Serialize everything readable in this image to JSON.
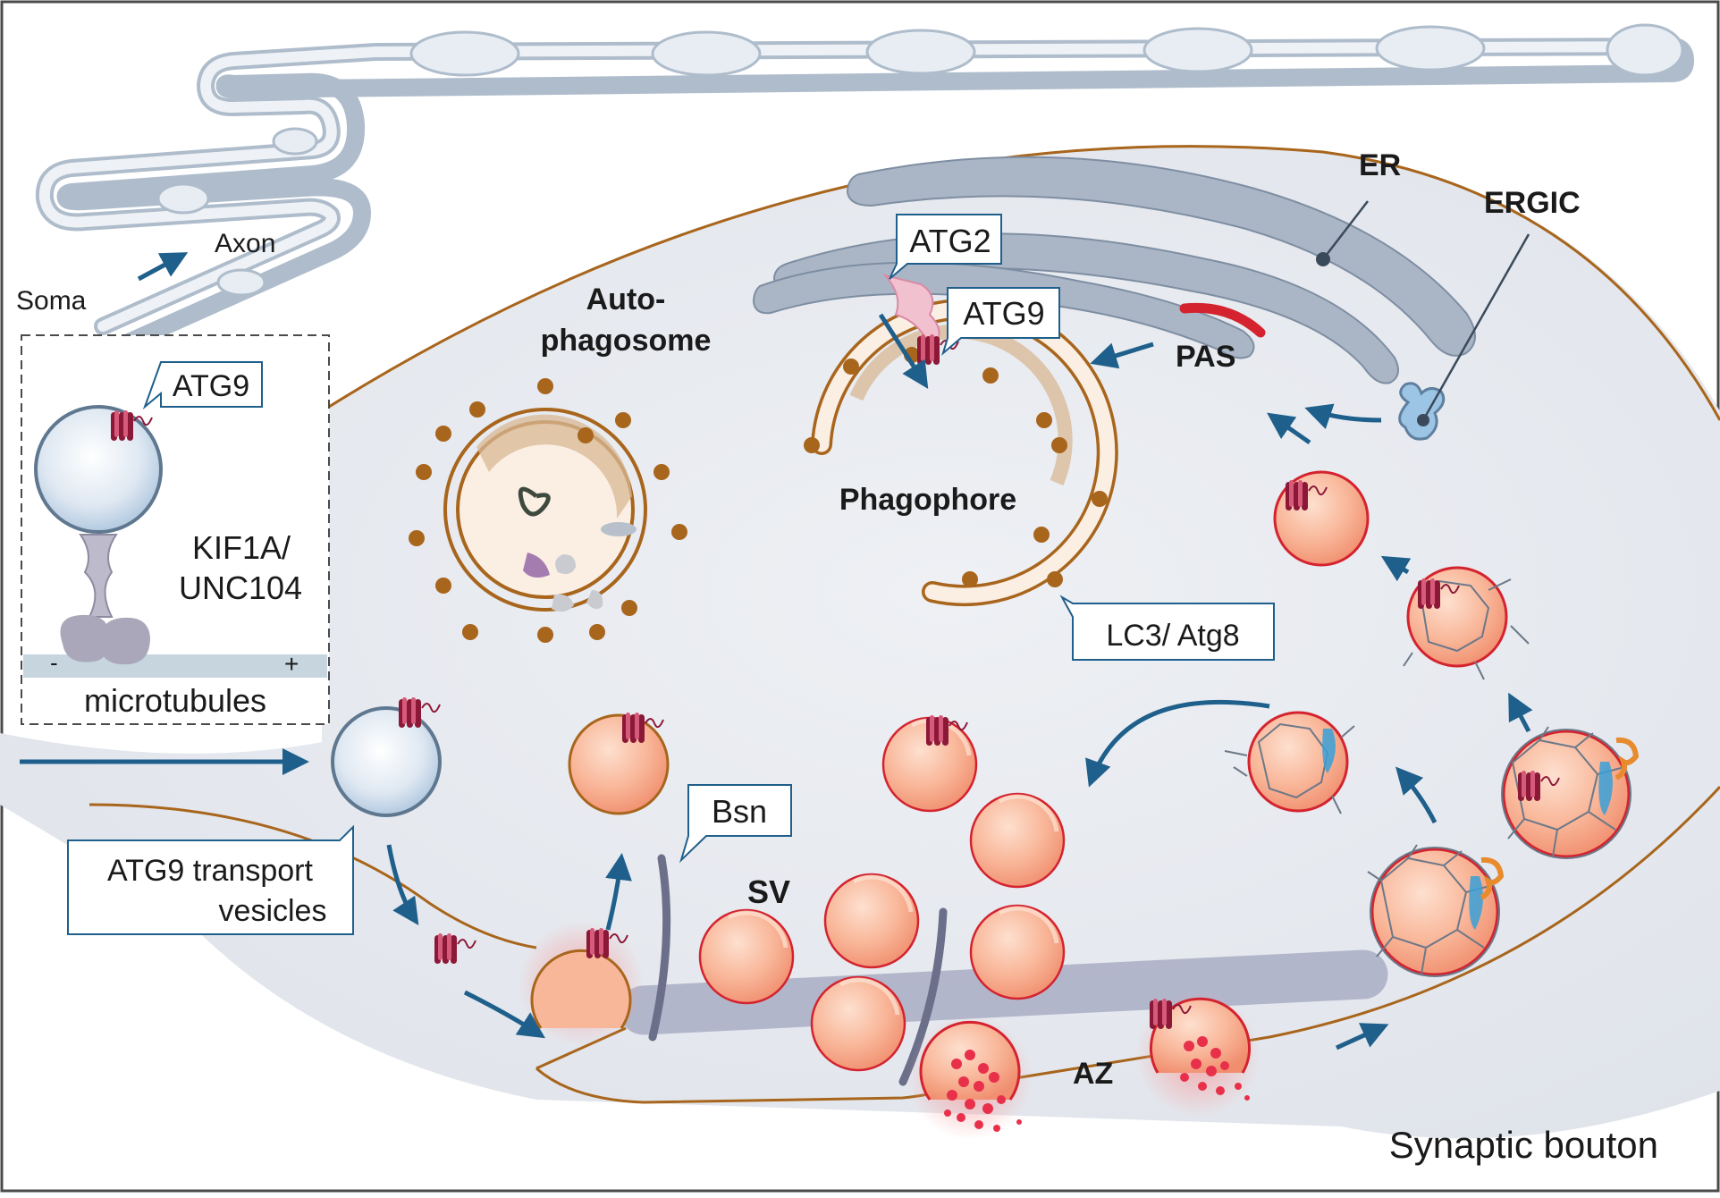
{
  "labels": {
    "axon": "Axon",
    "soma": "Soma",
    "atg9_inset": "ATG9",
    "kif1a_line1": "KIF1A/",
    "kif1a_line2": "UNC104",
    "microtubules": "microtubules",
    "minus": "-",
    "plus": "+",
    "atg9_transport_line1": "ATG9 transport",
    "atg9_transport_line2": "vesicles",
    "autophagosome_line1": "Auto-",
    "autophagosome_line2": "phagosome",
    "atg2": "ATG2",
    "atg9_top": "ATG9",
    "er": "ER",
    "ergic": "ERGIC",
    "pas": "PAS",
    "phagophore": "Phagophore",
    "lc3": "LC3/ Atg8",
    "bsn": "Bsn",
    "sv": "SV",
    "az": "AZ",
    "synaptic_bouton": "Synaptic bouton"
  },
  "colors": {
    "arrow": "#1f5f8b",
    "membrane": "#a8651c",
    "atg9": "#8c1838",
    "vesicle_fill": "#f7a583",
    "vesicle_stroke": "#d4232f",
    "cytoplasm": "#e8ebf0",
    "er": "#a9b6c6",
    "clathrin": "#6c7888",
    "ergic": "#9cc4e4"
  }
}
